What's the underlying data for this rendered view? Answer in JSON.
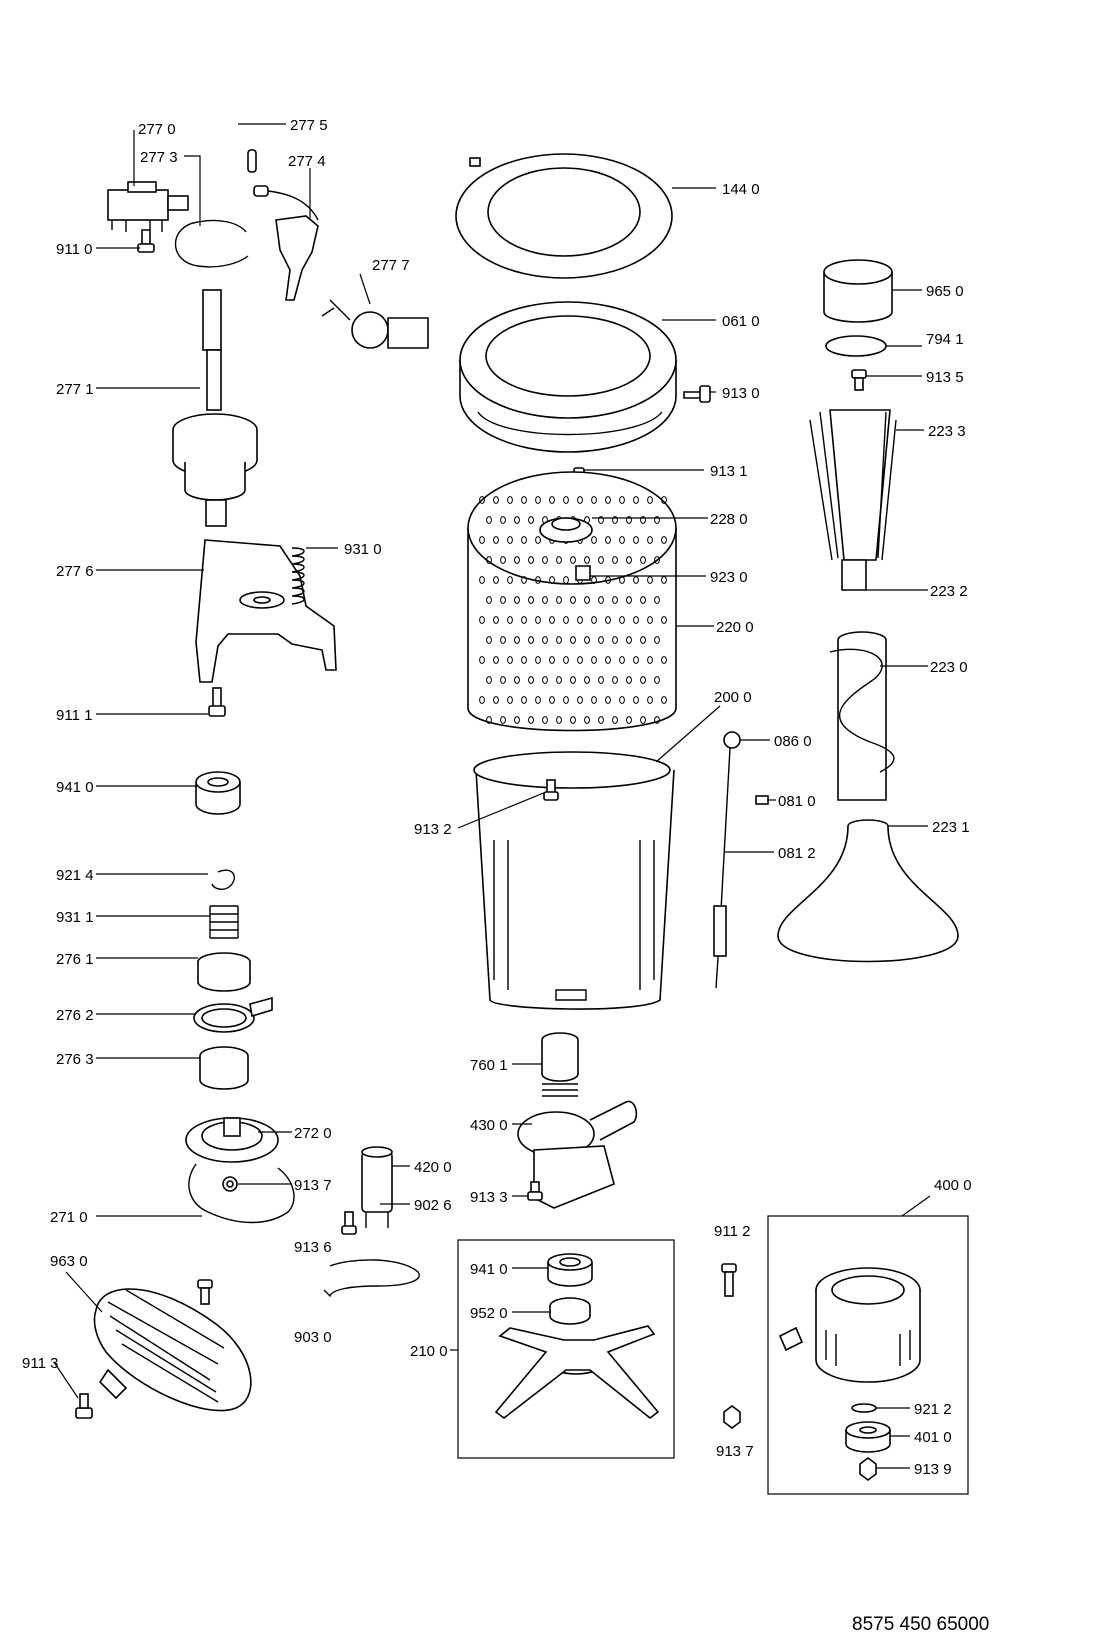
{
  "document_code": "8575 450 65000",
  "parts": [
    {
      "id": "p2770",
      "label": "277 0"
    },
    {
      "id": "p2775",
      "label": "277 5"
    },
    {
      "id": "p2773",
      "label": "277 3"
    },
    {
      "id": "p2774",
      "label": "277 4"
    },
    {
      "id": "p9110",
      "label": "911 0"
    },
    {
      "id": "p2777",
      "label": "277 7"
    },
    {
      "id": "p2771",
      "label": "277 1"
    },
    {
      "id": "p2776",
      "label": "277 6"
    },
    {
      "id": "p9310",
      "label": "931 0"
    },
    {
      "id": "p9111",
      "label": "911 1"
    },
    {
      "id": "p9410a",
      "label": "941 0"
    },
    {
      "id": "p9214",
      "label": "921 4"
    },
    {
      "id": "p9311",
      "label": "931 1"
    },
    {
      "id": "p2761",
      "label": "276 1"
    },
    {
      "id": "p2762",
      "label": "276 2"
    },
    {
      "id": "p2763",
      "label": "276 3"
    },
    {
      "id": "p2720",
      "label": "272 0"
    },
    {
      "id": "p9137a",
      "label": "913 7"
    },
    {
      "id": "p2710",
      "label": "271 0"
    },
    {
      "id": "p4200",
      "label": "420 0"
    },
    {
      "id": "p9026",
      "label": "902 6"
    },
    {
      "id": "p9136",
      "label": "913 6"
    },
    {
      "id": "p9630",
      "label": "963 0"
    },
    {
      "id": "p9113",
      "label": "911 3"
    },
    {
      "id": "p9030",
      "label": "903 0"
    },
    {
      "id": "p1440",
      "label": "144 0"
    },
    {
      "id": "p0610",
      "label": "061 0"
    },
    {
      "id": "p9130",
      "label": "913 0"
    },
    {
      "id": "p9131",
      "label": "913 1"
    },
    {
      "id": "p2280",
      "label": "228 0"
    },
    {
      "id": "p9230",
      "label": "923 0"
    },
    {
      "id": "p2200",
      "label": "220 0"
    },
    {
      "id": "p2000",
      "label": "200 0"
    },
    {
      "id": "p9132",
      "label": "913 2"
    },
    {
      "id": "p7601",
      "label": "760 1"
    },
    {
      "id": "p4300",
      "label": "430 0"
    },
    {
      "id": "p9133",
      "label": "913 3"
    },
    {
      "id": "p9410b",
      "label": "941 0"
    },
    {
      "id": "p9520",
      "label": "952 0"
    },
    {
      "id": "p2100",
      "label": "210 0"
    },
    {
      "id": "p9650",
      "label": "965 0"
    },
    {
      "id": "p7941",
      "label": "794 1"
    },
    {
      "id": "p9135",
      "label": "913 5"
    },
    {
      "id": "p2233",
      "label": "223 3"
    },
    {
      "id": "p2232",
      "label": "223 2"
    },
    {
      "id": "p2230",
      "label": "223 0"
    },
    {
      "id": "p0860",
      "label": "086 0"
    },
    {
      "id": "p0810",
      "label": "081 0"
    },
    {
      "id": "p0812",
      "label": "081 2"
    },
    {
      "id": "p2231",
      "label": "223 1"
    },
    {
      "id": "p4000",
      "label": "400 0"
    },
    {
      "id": "p9112",
      "label": "911 2"
    },
    {
      "id": "p9137b",
      "label": "913 7"
    },
    {
      "id": "p9212",
      "label": "921 2"
    },
    {
      "id": "p4010",
      "label": "401 0"
    },
    {
      "id": "p9139",
      "label": "913 9"
    }
  ]
}
